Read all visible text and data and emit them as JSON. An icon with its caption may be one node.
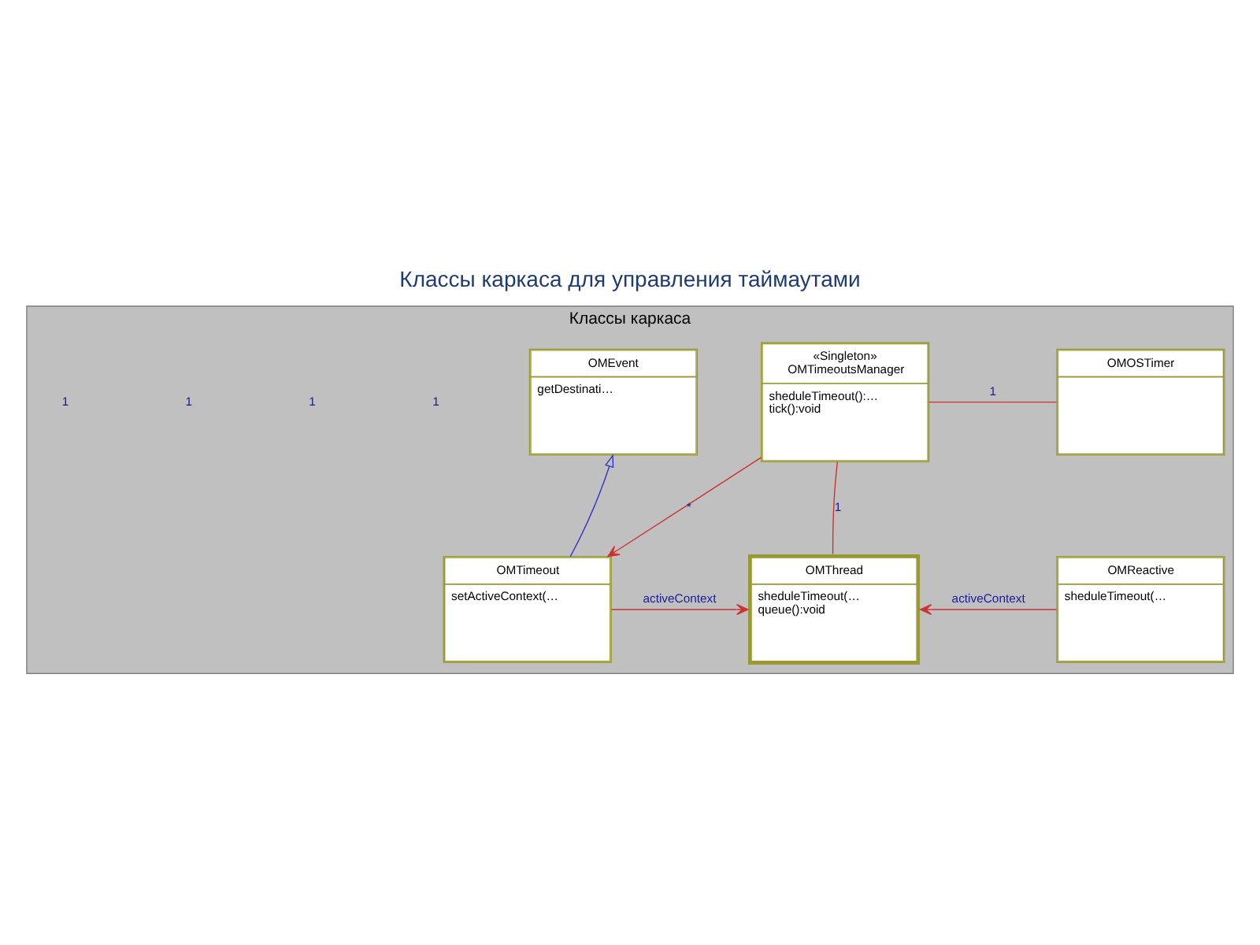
{
  "diagram": {
    "title": "Классы каркаса для управления таймаутами",
    "nodes": [
      {
        "text": [
          "Классы каркаса"
        ]
      },
      {
        "text": [
          "OMEvent",
          "getDestinati…"
        ],
        "in": 0
      },
      {
        "text": [
          "«Singleton»",
          "OMTimeoutsManager",
          "sheduleTimeout():…",
          "tick():void"
        ],
        "in": 0
      },
      {
        "text": [
          "OMOSTimer"
        ],
        "in": 0
      },
      {
        "text": [
          "OMTimeout",
          "setActiveContext(…"
        ],
        "in": 0
      },
      {
        "text": [
          "OMThread",
          "sheduleTimeout(…",
          "queue():void"
        ],
        "in": 0
      },
      {
        "text": [
          "OMReactive",
          "sheduleTimeout(…"
        ],
        "in": 0
      }
    ],
    "edges": [
      {
        "from": 4,
        "to": 1,
        "arrow": "to",
        "color": "#3333cc"
      },
      {
        "from": 2,
        "to": 4,
        "arrow": "to",
        "label": "*"
      },
      {
        "from": 2,
        "to": 3,
        "arrow": "none",
        "label": "1"
      },
      {
        "from": 2,
        "to": 5,
        "arrow": "none",
        "label": "1"
      },
      {
        "from": 4,
        "to": 5,
        "arrow": "to",
        "label": "activeContext"
      },
      {
        "from": 6,
        "to": 5,
        "arrow": "to",
        "label": "activeContext"
      }
    ],
    "labels": [
      "1",
      "1",
      "1",
      "1"
    ]
  }
}
